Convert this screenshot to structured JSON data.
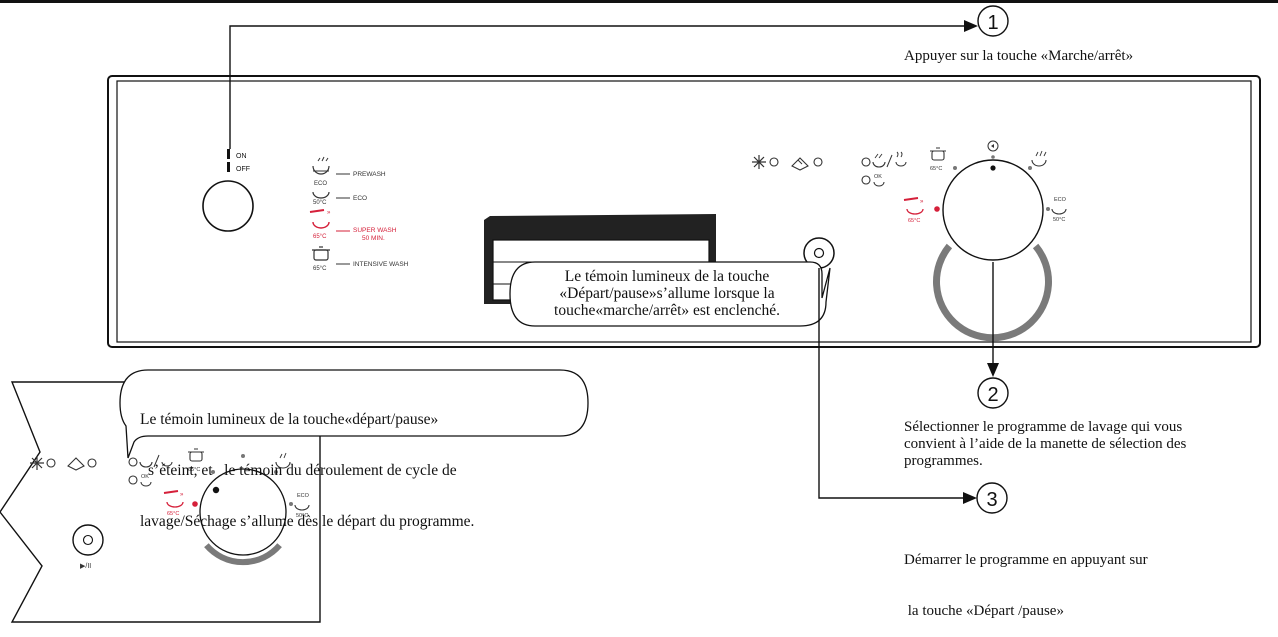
{
  "steps": [
    {
      "number": "1",
      "text": "Appuyer sur la touche  «Marche/arrêt»"
    },
    {
      "number": "2",
      "lines": [
        "Sélectionner le programme de lavage qui vous",
        "convient à l’aide  de la manette de sélection des",
        "programmes."
      ]
    },
    {
      "number": "3",
      "lines": [
        "Démarrer le programme en appuyant sur",
        " la touche «Départ /pause»"
      ]
    }
  ],
  "callouts": {
    "panel": [
      "Le témoin lumineux de la touche",
      "«Départ/pause»s’allume lorsque la",
      "touche«marche/arrêt» est enclenché."
    ],
    "zoom": [
      "Le témoin lumineux de la touche«départ/pause»",
      "s’éteint, et   le témoin du déroulement de cycle de",
      "lavage/Séchage s’allume dès le départ du programme."
    ]
  },
  "panel": {
    "power_on": "ON",
    "power_off": "OFF",
    "programs": [
      {
        "name": "PREWASH",
        "icon_label": ""
      },
      {
        "name": "ECO",
        "icon_label": "50°C"
      },
      {
        "name": "SUPER WASH",
        "sub": "50 MIN.",
        "icon_label": "65°C"
      },
      {
        "name": "INTENSIVE WASH",
        "icon_label": "65°C"
      }
    ],
    "dial_labels": {
      "eco": "ECO",
      "eco_temp": "50°C",
      "intensive_temp": "65°C",
      "super_temp": "65°C",
      "ok": "OK"
    },
    "play_pause_symbol": "▶/II"
  },
  "colors": {
    "accent_red": "#d5203a",
    "dial_gray": "#777777",
    "ink": "#111111"
  }
}
